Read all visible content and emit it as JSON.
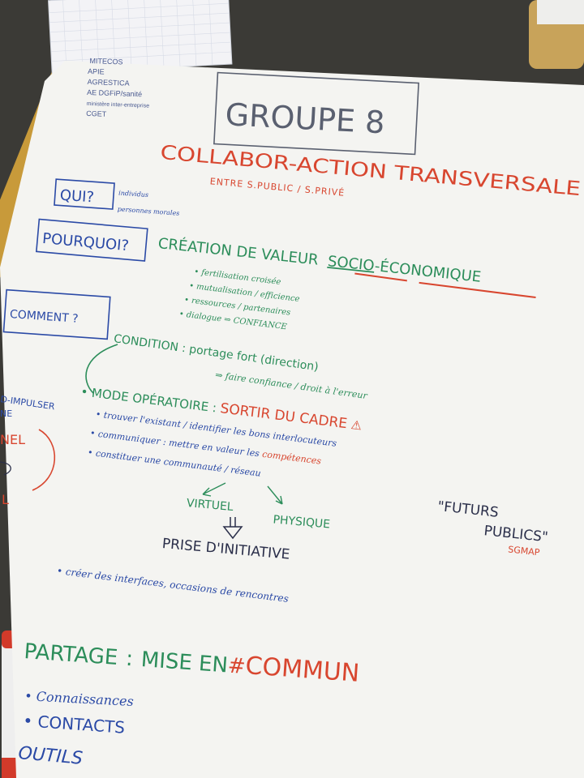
{
  "colors": {
    "table": "#3b3a36",
    "paper": "#f4f4f1",
    "blue_marker": "#2b4aa6",
    "green_marker": "#2c8d5a",
    "red_marker": "#d8462f",
    "dark_marker": "#4b4f60"
  },
  "notepad": {
    "lines": [
      "MITECOS",
      "APIE",
      "AGRESTICA",
      "AE DGFiP/sanité",
      "ministère inter-entreprise",
      "CGET"
    ]
  },
  "poster": {
    "title": "GROUPE 8",
    "subtitle": "COLLABOR-ACTION TRANSVERSALE",
    "subtitle_sub": "ENTRE S.PUBLIC / S.PRIVÉ",
    "qui": {
      "label": "QUI?",
      "items": [
        "individus",
        "personnes morales"
      ]
    },
    "pourquoi": {
      "label": "POURQUOI?",
      "heading_prefix": "CRÉATION DE VALEUR",
      "heading_socio": "SOCIO",
      "heading_sep": "-",
      "heading_eco": "ÉCONOMIQUE",
      "items": [
        "fertilisation croisée",
        "mutualisation / efficience",
        "ressources / partenaires",
        "dialogue ⇒ CONFIANCE"
      ]
    },
    "comment": {
      "label": "COMMENT ?",
      "condition": "CONDITION : portage fort (direction)",
      "condition_sub": "⇒ faire confiance / droit à l'erreur",
      "mode_prefix": "MODE OPÉRATOIRE :",
      "mode_red": "SORTIR DU CADRE",
      "bullets": [
        "trouver l'existant / identifier les bons interlocuteurs",
        "communiquer : mettre en valeur les",
        "constituer une communauté / réseau"
      ],
      "bullet_red_word": "compétences",
      "branch_left": "VIRTUEL",
      "branch_right": "PHYSIQUE",
      "prise": "PRISE D'INITIATIVE",
      "creer": "créer des interfaces, occasions de rencontres"
    },
    "left_edge": {
      "line1": "D-IMPULSER",
      "line2": "NE",
      "red1": "NEL",
      "red2": "L"
    },
    "futurs": {
      "line1": "\"FUTURS",
      "line2": "PUBLICS\"",
      "tag": "SGMAP"
    },
    "partage": {
      "prefix": "PARTAGE",
      "colon": ":",
      "mise": "MISE EN",
      "hash": "#",
      "commun": "COMMUN",
      "items": [
        "Connaissances",
        "CONTACTS",
        "OUTILS"
      ]
    }
  }
}
